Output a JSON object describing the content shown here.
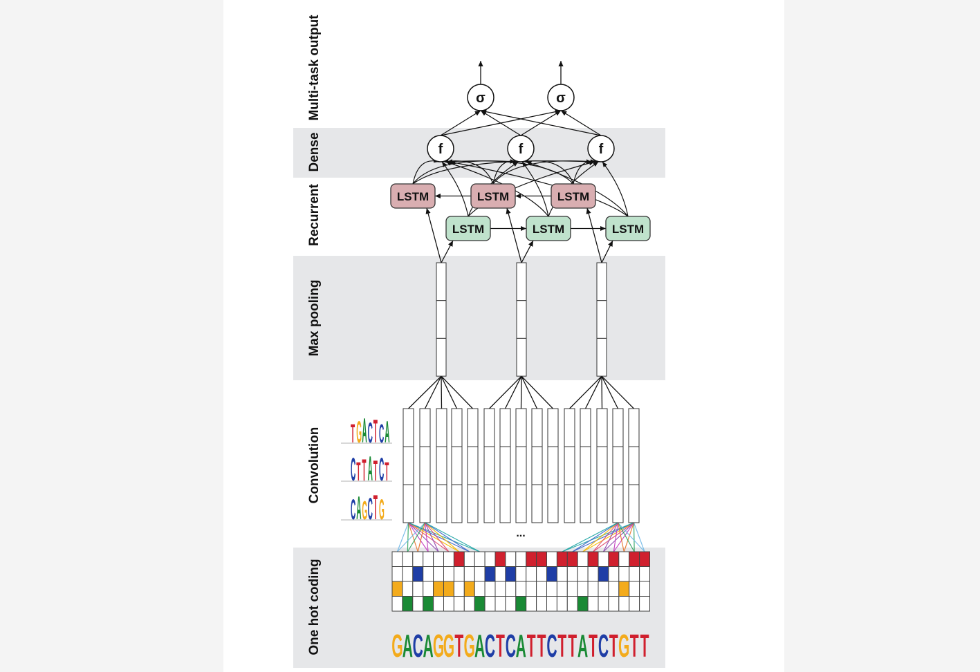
{
  "layers": {
    "output": "Multi-task output",
    "dense": "Dense",
    "recurrent": "Recurrent",
    "pooling": "Max pooling",
    "convolution": "Convolution",
    "one_hot": "One hot coding"
  },
  "nodes": {
    "output_symbol": "σ",
    "dense_symbol": "f",
    "lstm_label": "LSTM"
  },
  "ellipsis": "...",
  "sequence": "GACAGGTGACTCATTCTTATCTGTT",
  "motifs": [
    "TGACTCA",
    "CTTATCT",
    "CAGCTG"
  ],
  "colors": {
    "A": "#1a8a35",
    "C": "#1f3ea6",
    "G": "#f3ab1c",
    "T": "#d0202e",
    "lstm_backward": "#d9aeb1",
    "lstm_forward": "#bfe2cc",
    "band": "#e6e7e9"
  }
}
